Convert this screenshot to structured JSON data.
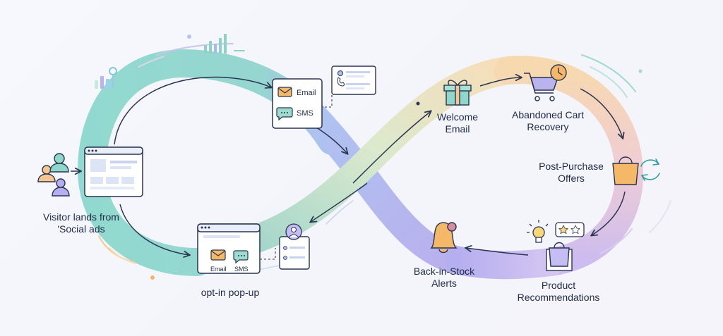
{
  "steps": {
    "visitor": "Visitor lands from 'Social ads",
    "optin": "opt-in pop-up",
    "welcome": "Welcome Email",
    "abandoned": "Abandoned Cart Recovery",
    "postpurchase": "Post-Purchase Offers",
    "recommend": "Product Recommendations",
    "backinstock": "Back-in-Stock Alerts"
  },
  "channels_card": {
    "email": "Email",
    "sms": "SMS"
  },
  "optin_card": {
    "email": "Email",
    "sms": "SMS"
  },
  "colors": {
    "teal": "#7fd3c9",
    "blue": "#9fb6ef",
    "purple": "#c3b3ef",
    "peach": "#f8d2a4",
    "navy": "#1f2a44",
    "orange": "#f4a043"
  }
}
